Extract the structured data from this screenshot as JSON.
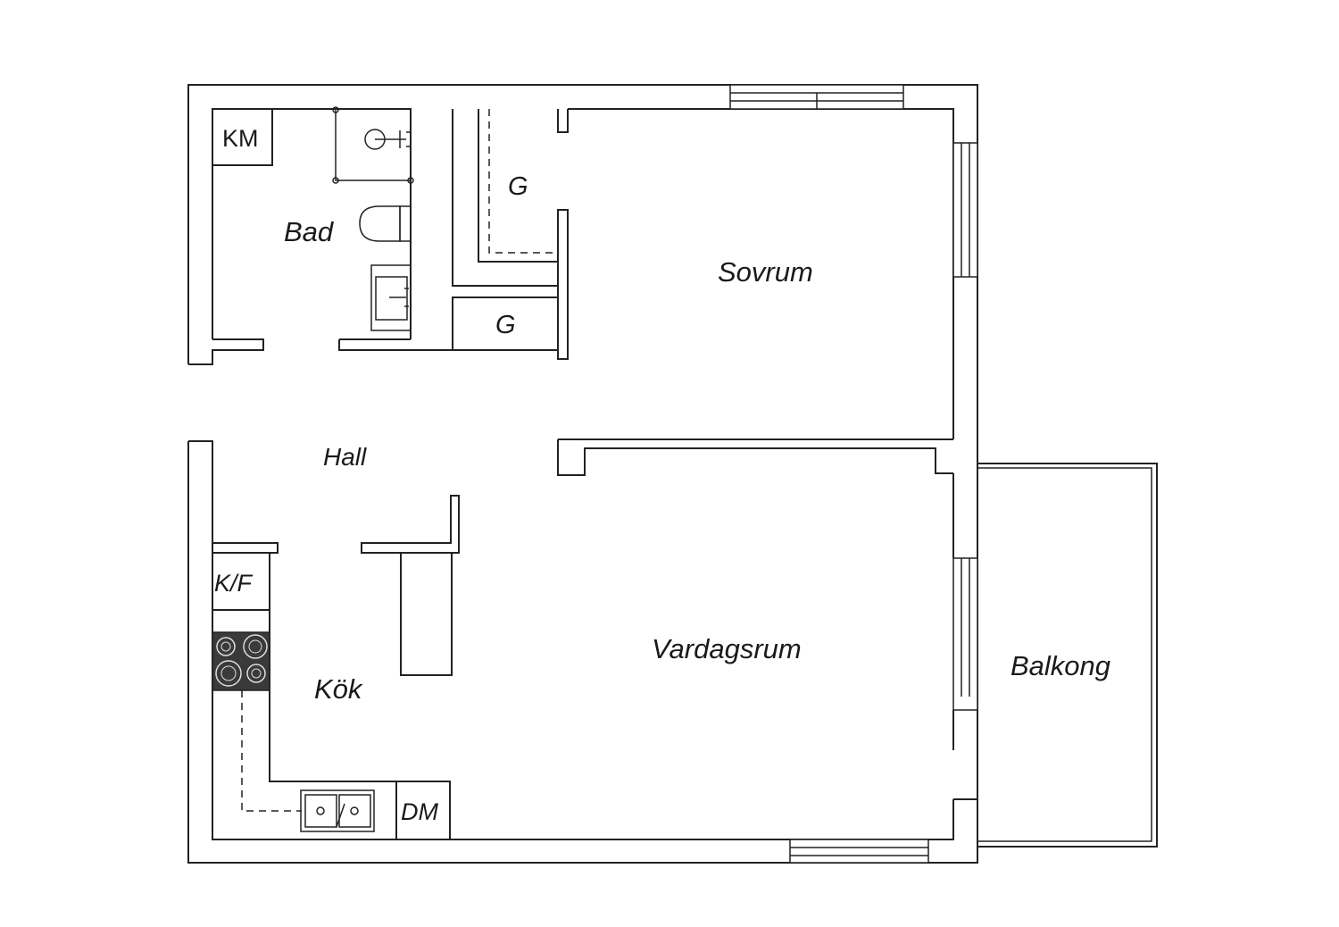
{
  "rooms": {
    "bad": "Bad",
    "sovrum": "Sovrum",
    "hall": "Hall",
    "kok": "Kök",
    "vardagsrum": "Vardagsrum",
    "balkong": "Balkong"
  },
  "fixtures": {
    "km": "KM",
    "g_upper": "G",
    "g_lower": "G",
    "kf": "K/F",
    "dm": "DM"
  },
  "colors": {
    "line": "#222222",
    "stove": "#3a3a3a",
    "background": "#ffffff"
  },
  "icons": [
    "shower-icon",
    "toilet-icon",
    "washbasin-icon",
    "stove-icon",
    "sink-icon",
    "window-icon"
  ]
}
